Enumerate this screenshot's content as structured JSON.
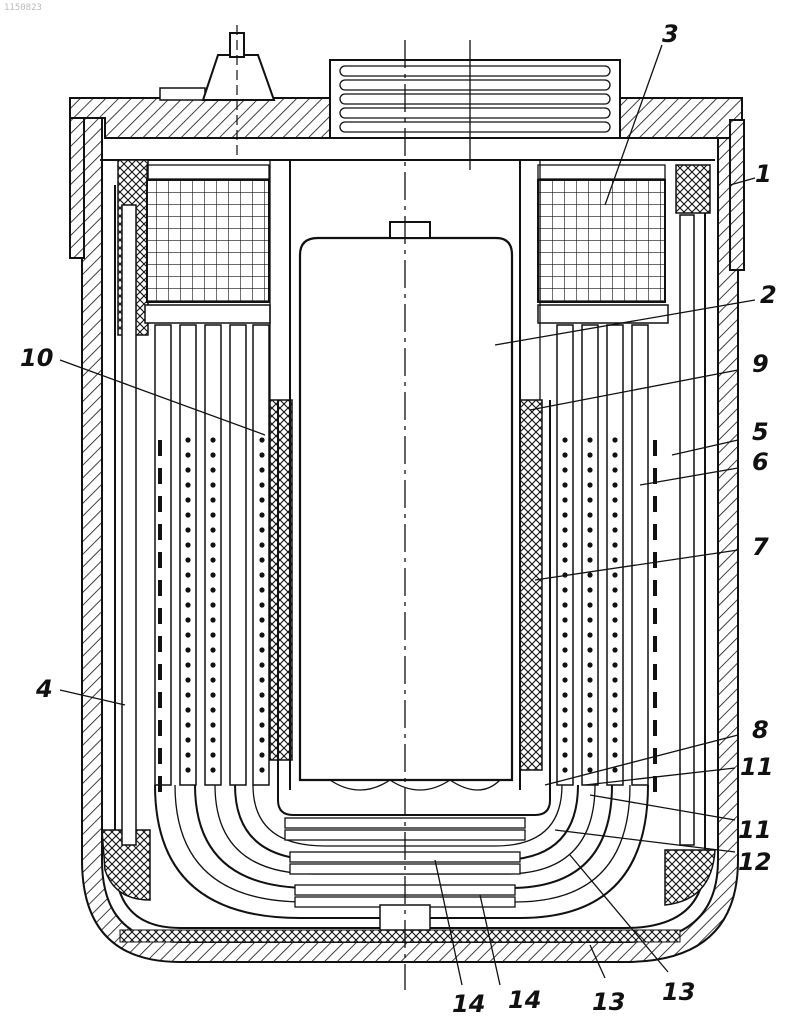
{
  "figure": {
    "watermark": "1150823",
    "callouts": [
      {
        "id": "c1",
        "text": "1"
      },
      {
        "id": "c2",
        "text": "2"
      },
      {
        "id": "c3",
        "text": "3"
      },
      {
        "id": "c4",
        "text": "4"
      },
      {
        "id": "c5",
        "text": "5"
      },
      {
        "id": "c6",
        "text": "6"
      },
      {
        "id": "c7",
        "text": "7"
      },
      {
        "id": "c8",
        "text": "8"
      },
      {
        "id": "c9",
        "text": "9"
      },
      {
        "id": "c10",
        "text": "10"
      },
      {
        "id": "c11a",
        "text": "11"
      },
      {
        "id": "c11b",
        "text": "11"
      },
      {
        "id": "c12",
        "text": "12"
      },
      {
        "id": "c13a",
        "text": "13"
      },
      {
        "id": "c13b",
        "text": "13"
      },
      {
        "id": "c14a",
        "text": "14"
      },
      {
        "id": "c14b",
        "text": "14"
      }
    ]
  }
}
